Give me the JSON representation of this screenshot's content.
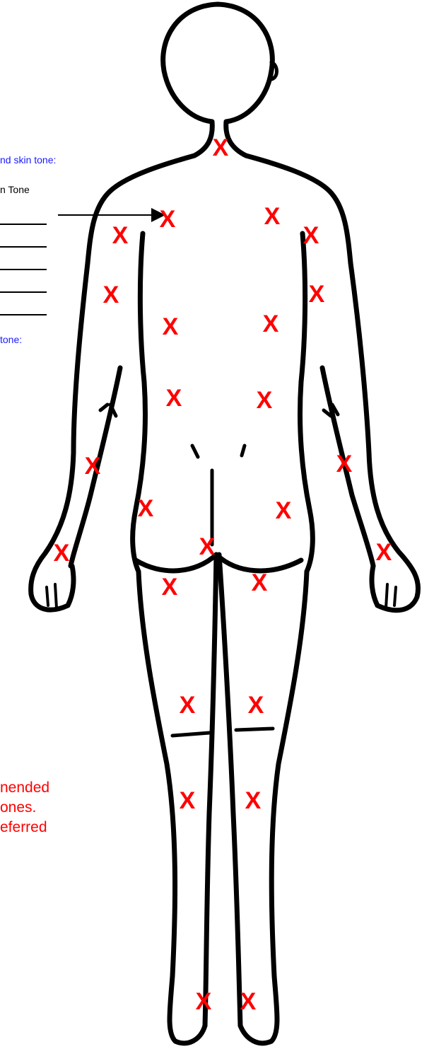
{
  "form": {
    "instruction_top": "nd skin tone:",
    "column_header": "n Tone",
    "instruction_bottom": "tone:"
  },
  "note": {
    "line1": "nended",
    "line2": "ones.",
    "line3": "eferred"
  },
  "marker": {
    "symbol": "X",
    "color": "#ff0000"
  },
  "colors": {
    "instruction_text": "#1a1aff",
    "note_text": "#ff0000",
    "outline": "#000000"
  }
}
